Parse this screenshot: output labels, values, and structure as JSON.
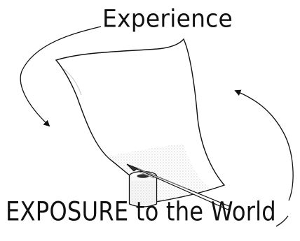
{
  "labels": {
    "top": "Experience",
    "bottom": "EXPOSURE to the World"
  },
  "icons": {
    "paper": "curved-paper-sheet",
    "inkwell": "inkwell-icon",
    "pen": "quill-pen-icon",
    "cycle_arrows": "curved-arrow-icon"
  },
  "colors": {
    "ink": "#111111",
    "shading": "#8f8f8f",
    "background": "#ffffff"
  }
}
